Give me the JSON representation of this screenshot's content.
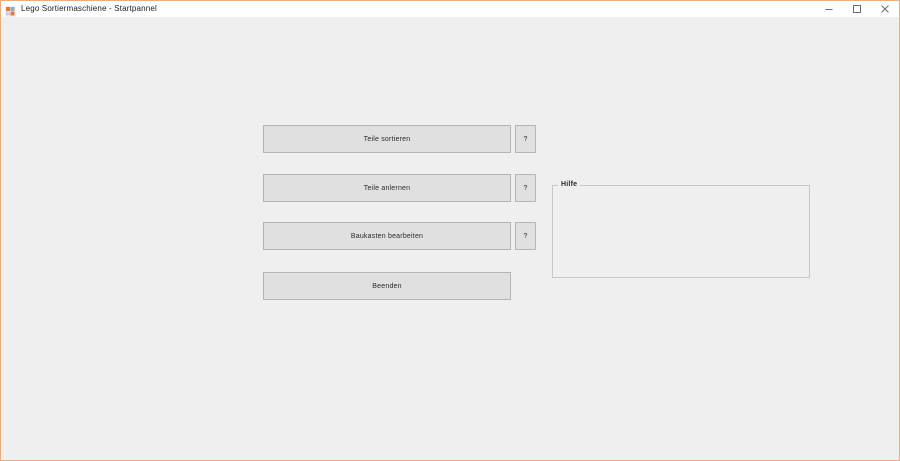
{
  "window": {
    "title": "Lego Sortiermaschiene - Startpannel",
    "icon": "java-app-icon",
    "border_color": "#eeac7e",
    "titlebar_color": "#ffffff",
    "client_color": "#efefef",
    "controls": {
      "minimize": "minimize-icon",
      "maximize": "maximize-icon",
      "close": "close-icon"
    }
  },
  "main": {
    "buttons": [
      {
        "label": "Teile sortieren",
        "help": "?",
        "has_help": true
      },
      {
        "label": "Teile anlernen",
        "help": "?",
        "has_help": true
      },
      {
        "label": "Baukasten bearbeiten",
        "help": "?",
        "has_help": true
      },
      {
        "label": "Beenden",
        "help": "",
        "has_help": false
      }
    ],
    "help_panel": {
      "title": "Hilfe",
      "content": ""
    }
  }
}
